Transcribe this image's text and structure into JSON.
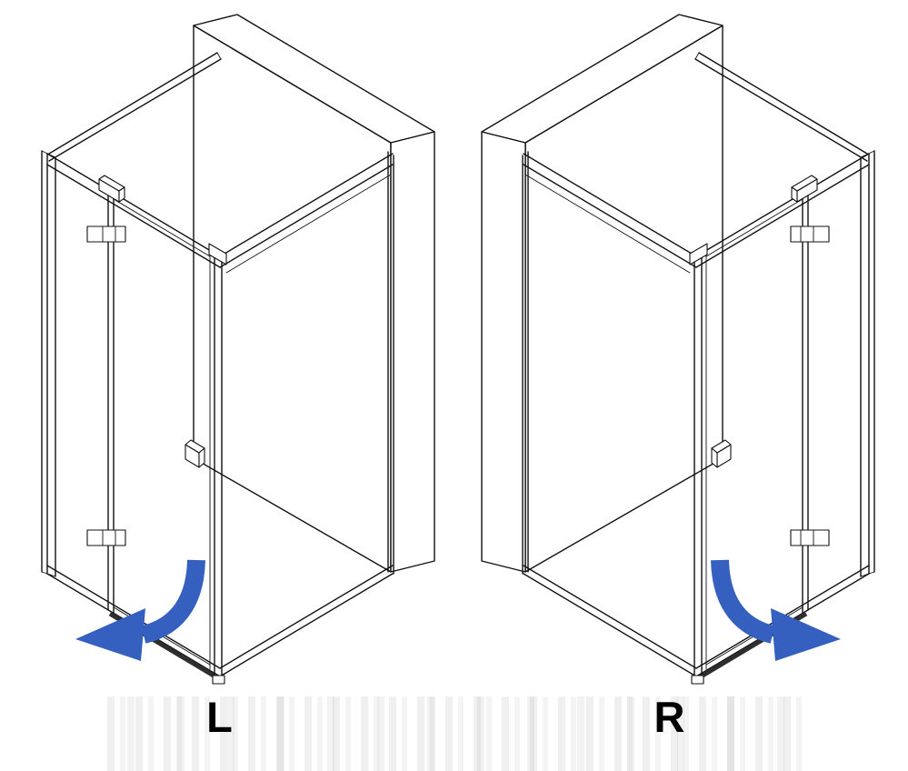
{
  "colors": {
    "arrow": "#3560BF",
    "line": "#111111",
    "background": "#ffffff"
  },
  "icons": {
    "swing_arrow": "curved-door-swing-arrow"
  },
  "figures": [
    {
      "label": "L"
    },
    {
      "label": "R"
    }
  ]
}
